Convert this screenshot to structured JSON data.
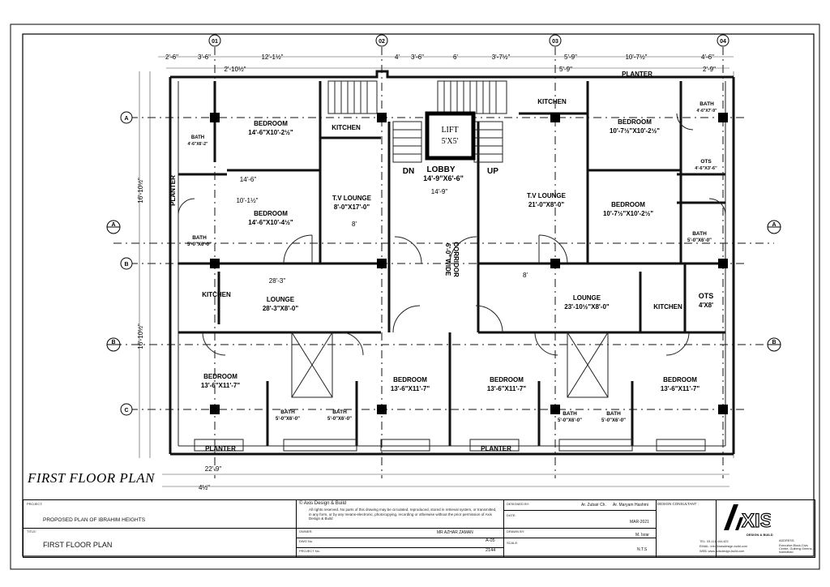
{
  "drawing_title": "FIRST FLOOR PLAN",
  "grid": {
    "cols": [
      "01",
      "02",
      "03",
      "04"
    ],
    "rows": [
      "A",
      "B",
      "C"
    ],
    "sections": [
      "A",
      "B"
    ]
  },
  "rooms": [
    {
      "name": "BEDROOM",
      "size": "14'-6\"X10'-2½\""
    },
    {
      "name": "BATH",
      "size": "4'-6\"X6'-2\""
    },
    {
      "name": "KITCHEN"
    },
    {
      "name": "T.V LOUNGE",
      "size": "8'-0\"X17'-0\""
    },
    {
      "name": "BEDROOM",
      "size": "14'-6\"X10'-4½\""
    },
    {
      "name": "BATH",
      "size": "5'-0\"X6'-0\""
    },
    {
      "name": "LOBBY",
      "size": "14'-9\"X6'-6\""
    },
    {
      "name": "DN"
    },
    {
      "name": "UP"
    },
    {
      "name": "LIFT",
      "size": "5'X5'"
    },
    {
      "name": "KITCHEN"
    },
    {
      "name": "BEDROOM",
      "size": "10'-7½\"X10'-2½\""
    },
    {
      "name": "BATH",
      "size": "4'-6\"X7'-9\""
    },
    {
      "name": "OTS",
      "size": "4'-6\"X3'-6\""
    },
    {
      "name": "T.V LOUNGE",
      "size": "21'-0\"X8'-0\""
    },
    {
      "name": "BEDROOM",
      "size": "10'-7½\"X10'-2½\""
    },
    {
      "name": "BATH",
      "size": "5'-0\"X6'-0\""
    },
    {
      "name": "CORRIDOR",
      "size": "6'-0\" WIDE"
    },
    {
      "name": "KITCHEN"
    },
    {
      "name": "LOUNGE",
      "size": "28'-3\"X8'-0\""
    },
    {
      "name": "LOUNGE",
      "size": "23'-10½\"X8'-0\""
    },
    {
      "name": "KITCHEN"
    },
    {
      "name": "OTS",
      "size": "4'X8'"
    },
    {
      "name": "BEDROOM",
      "size": "13'-6\"X11'-7\""
    },
    {
      "name": "BATH",
      "size": "5'-0\"X6'-0\""
    },
    {
      "name": "BATH",
      "size": "5'-0\"X6'-0\""
    },
    {
      "name": "BEDROOM",
      "size": "13'-6\"X11'-7\""
    },
    {
      "name": "BEDROOM",
      "size": "13'-6\"X11'-7\""
    },
    {
      "name": "BATH",
      "size": "5'-0\"X6'-0\""
    },
    {
      "name": "BATH",
      "size": "5'-0\"X6'-0\""
    },
    {
      "name": "BEDROOM",
      "size": "13'-6\"X11'-7\""
    },
    {
      "name": "PLANTER"
    }
  ],
  "dims": {
    "top_row": [
      "2'-6\"",
      "3'-6\"",
      "12'-1½\"",
      "4'",
      "3'-6\"",
      "6'",
      "3'-7½\"",
      "5'-9\"",
      "10'-7½\"",
      "4'-6\""
    ],
    "second_row": [
      "2'-10½\"",
      "5'-9\"",
      "2'-9\""
    ],
    "interior": [
      "14'-6\"",
      "10'-1½\"",
      "8'",
      "14'-9\"",
      "28'-3\"",
      "8'"
    ],
    "bottom": [
      "22'-9\"",
      "4½\""
    ],
    "left": [
      "16'-10½\"",
      "16'-10½\""
    ]
  },
  "title_block": {
    "project_label": "PROJECT:",
    "project_value": "PROPOSED PLAN OF IBRAHIM HEIGHTS",
    "title_label": "TITLE:",
    "title_value": "FIRST FLOOR PLAN",
    "copyright_heading": "© Axis Design & Build",
    "copyright_text": "All rights reserved. No parts of this drawing may be circulated, reproduced, stored in retrieval system, or transmitted, in any form, or by any means-electronic, photocopying, recording or otherwise without the prior permission of Axis Design & Build",
    "owner_label": "OWNER:",
    "owner_value": "MR AZHAR ZAMAN",
    "dwg_no_label": "DWG No.",
    "dwg_no_value": "A-05",
    "project_no_label": "PROJECT No.",
    "project_no_value": "2144",
    "designed_by_label": "DESIGNED BY:",
    "designer_1": "Ar. Zubair Ch.",
    "designer_2": "Ar. Maryam Hashmi",
    "date_label": "DATE:",
    "date_value": "MAR-2021",
    "drawn_by_label": "DRAWN BY:",
    "drawn_by_value": "M. Israr",
    "scale_label": "SCALE:",
    "scale_value": "N.T.S",
    "consultant_label": "DESIGN CONSULTANT :",
    "logo_text": "XIS",
    "logo_tagline": "DESIGN & BUILD",
    "contact_tel": "TEL: 03-111-444-423",
    "contact_email": "EMAIL: info@axisdesign-build.com",
    "contact_web": "WEB: www.axisdesign-build.com",
    "address_label": "ADDRESS:",
    "address_value": "Executive Block,Civic Centre, Gulberg Greens, Islamabad"
  }
}
